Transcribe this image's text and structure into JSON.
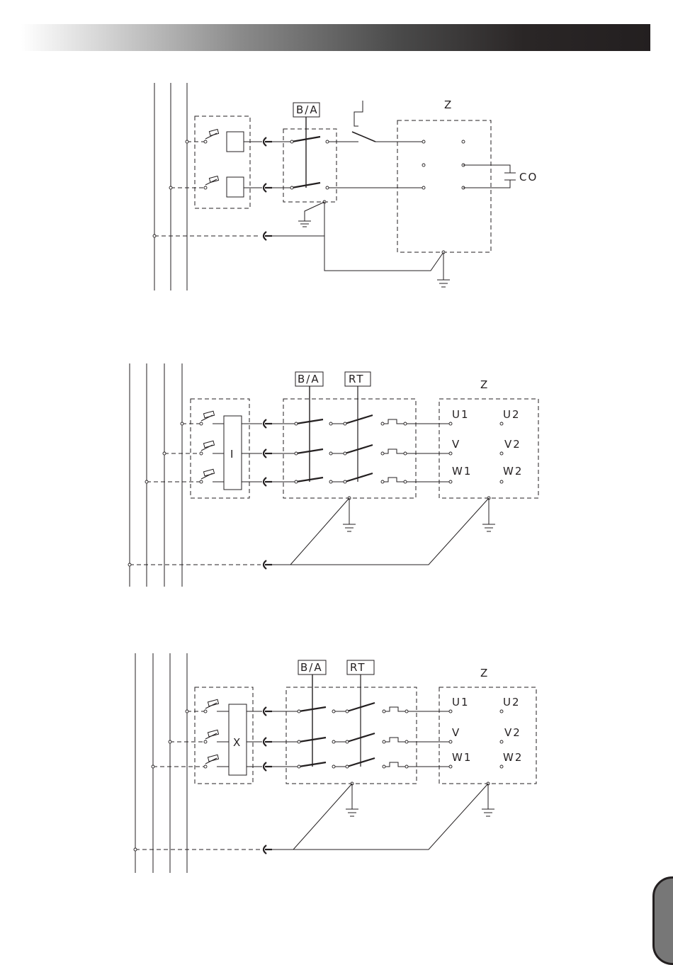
{
  "labels": {
    "ba": "B/A",
    "rt": "RT",
    "z": "Z",
    "co": "CO",
    "u1": "U1",
    "u2": "U2",
    "v": "V",
    "v2": "V2",
    "w1": "W1",
    "w2": "W2",
    "block2": "I",
    "block3": "X"
  },
  "colors": {
    "ink": "#231f20",
    "tab": "#777777"
  }
}
